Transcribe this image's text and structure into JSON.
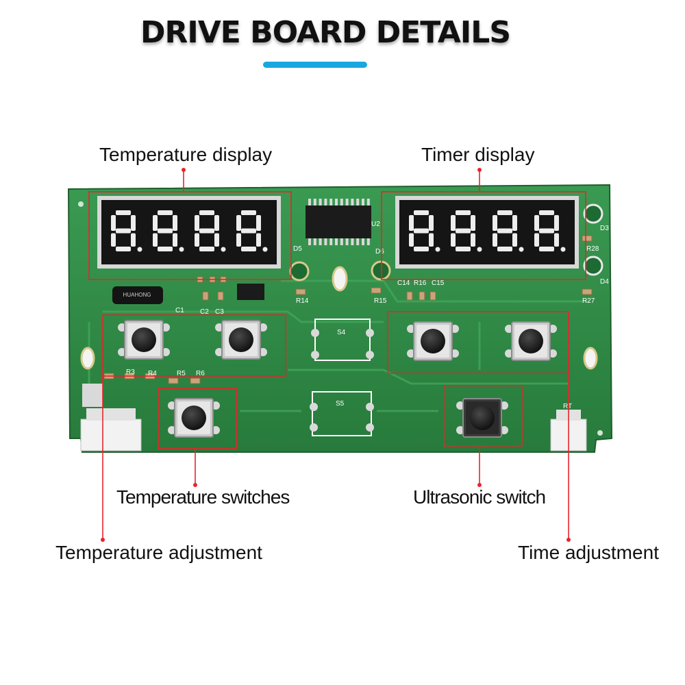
{
  "header": {
    "title": "DRIVE BOARD DETAILS",
    "accent_color": "#1aa7e0"
  },
  "callouts": {
    "temperature_display": "Temperature display",
    "timer_display": "Timer display",
    "temperature_switches": "Temperature switches",
    "ultrasonic_switch": "Ultrasonic switch",
    "temperature_adjustment": "Temperature adjustment",
    "time_adjustment": "Time adjustment",
    "callout_color": "#e8242a"
  },
  "board": {
    "pcb_color": "#2f8a45",
    "display_digits": [
      "8.",
      "8.",
      "8.",
      "8."
    ],
    "silkscreen": [
      "U2",
      "D5",
      "D6",
      "R14",
      "R15",
      "C1",
      "C2",
      "C3",
      "C14",
      "R16",
      "C15",
      "D3",
      "D4",
      "R28",
      "R27",
      "S4",
      "S5",
      "R3",
      "R4",
      "R5",
      "R6",
      "RT"
    ],
    "capacitor_text": "HUAHONG"
  }
}
